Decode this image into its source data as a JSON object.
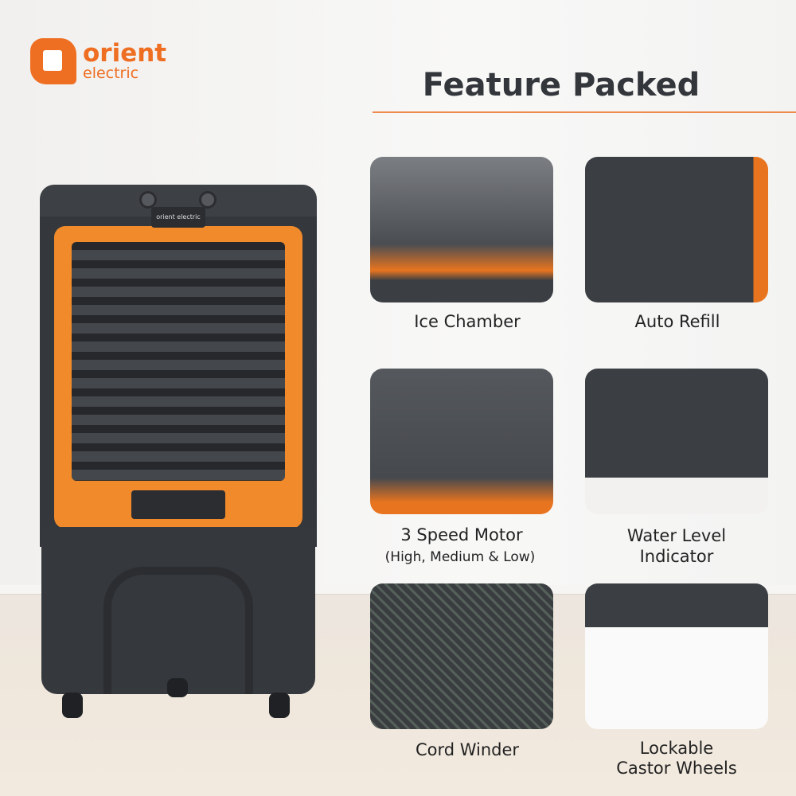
{
  "brand": {
    "name": "orient",
    "sub": "electric",
    "color": "#ee6e22"
  },
  "heading": "Feature Packed",
  "product": {
    "badge": "orient electric"
  },
  "features": [
    {
      "label": "Ice Chamber"
    },
    {
      "label": "Auto Refill"
    },
    {
      "label": "3 Speed Motor",
      "sublabel": "(High, Medium & Low)"
    },
    {
      "label": "Water Level",
      "label2": "Indicator"
    },
    {
      "label": "Cord Winder"
    },
    {
      "label": "Lockable",
      "label2": "Castor Wheels"
    }
  ],
  "colors": {
    "accent": "#f08a2a",
    "body": "#34373c"
  }
}
